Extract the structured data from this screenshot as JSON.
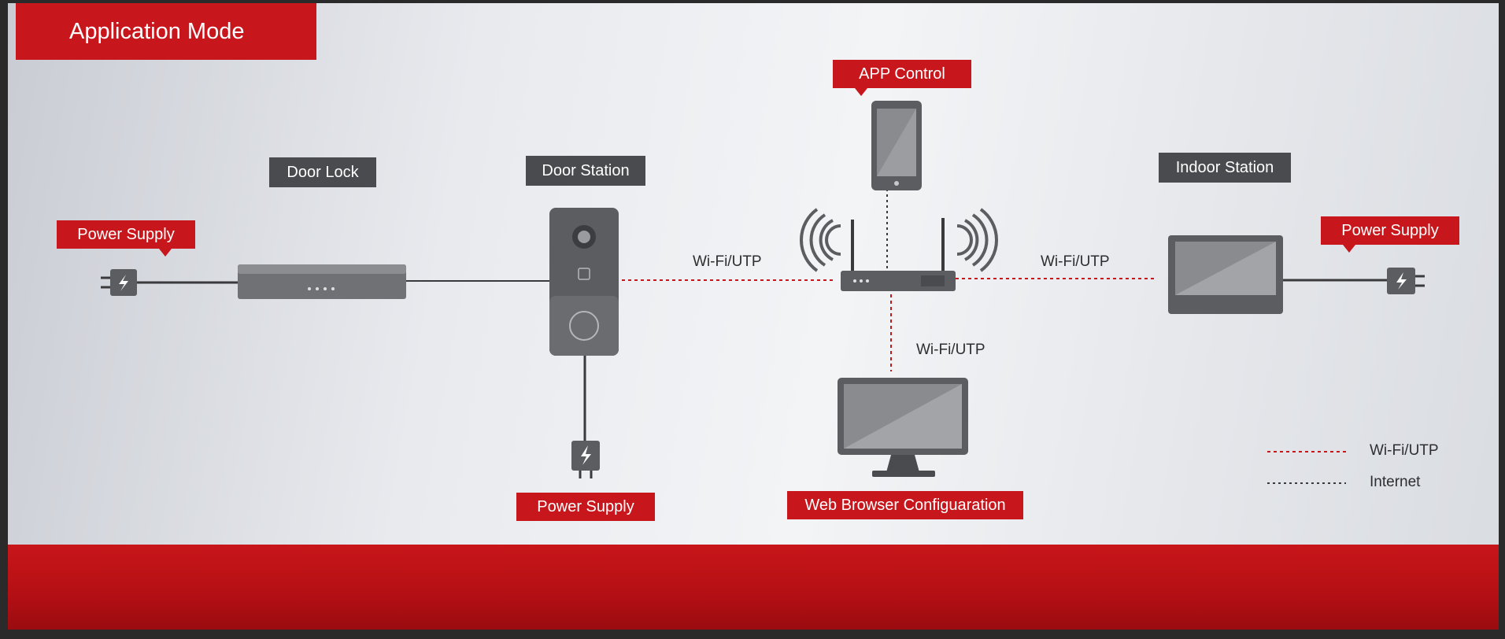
{
  "title": "Application Mode",
  "nodes": {
    "door_lock": "Door Lock",
    "door_station": "Door Station",
    "indoor_station": "Indoor Station",
    "app_control": "APP Control",
    "web_browser": "Web Browser Configuaration"
  },
  "power_supply_left": "Power Supply",
  "power_supply_center": "Power Supply",
  "power_supply_right": "Power Supply",
  "links": {
    "door_to_router": "Wi-Fi/UTP",
    "router_to_indoor": "Wi-Fi/UTP",
    "router_to_pc": "Wi-Fi/UTP"
  },
  "legend": [
    {
      "label": "Wi-Fi/UTP",
      "style": "dotted-red"
    },
    {
      "label": "Internet",
      "style": "dotted-dark"
    }
  ],
  "colors": {
    "brand_red": "#c8171c",
    "device_gray": "#5c5d61",
    "label_dark": "#4a4b4f"
  }
}
